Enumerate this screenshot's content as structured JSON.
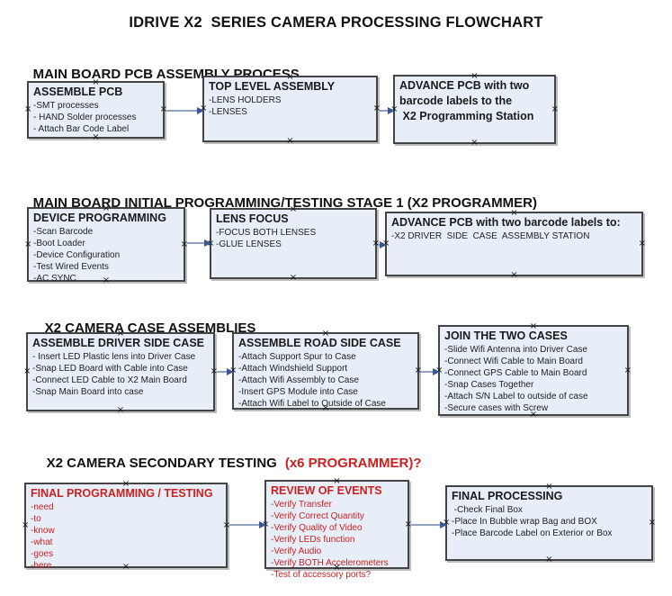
{
  "title": "IDRIVE X2  SERIES CAMERA PROCESSING FLOWCHART",
  "anchor_icon": "×",
  "colors": {
    "box_fill": "#e7eef8",
    "box_border": "#444444",
    "arrow_line": "#8fa3c0",
    "arrow_head": "#3a5795",
    "red": "#cc2020"
  },
  "sections": [
    {
      "header": "MAIN BOARD PCB ASSEMBLY PROCESS",
      "boxes": [
        {
          "title": "ASSEMBLE PCB",
          "items": [
            "-SMT processes",
            "- HAND Solder processes",
            "- Attach Bar Code Label"
          ]
        },
        {
          "title": "TOP LEVEL ASSEMBLY",
          "items": [
            "-LENS HOLDERS",
            "-LENSES"
          ]
        },
        {
          "title": "ADVANCE PCB with two\nbarcode labels to the\n X2 Programming Station",
          "items": []
        }
      ]
    },
    {
      "header": "MAIN BOARD INITIAL PROGRAMMING/TESTING STAGE 1 (X2 PROGRAMMER)",
      "boxes": [
        {
          "title": "DEVICE PROGRAMMING",
          "items": [
            "-Scan Barcode",
            "-Boot Loader",
            "-Device Configuration",
            "-Test Wired Events",
            "-AC SYNC"
          ]
        },
        {
          "title": "LENS FOCUS",
          "items": [
            "-FOCUS BOTH LENSES",
            "-GLUE LENSES"
          ]
        },
        {
          "title": "ADVANCE PCB with two barcode labels to:",
          "items": [
            "-X2 DRIVER  SIDE  CASE  ASSEMBLY STATION"
          ]
        }
      ]
    },
    {
      "header": "X2 CAMERA CASE ASSEMBLIES",
      "boxes": [
        {
          "title": "ASSEMBLE DRIVER SIDE CASE",
          "items": [
            "- Insert LED Plastic lens into Driver Case",
            "-Snap LED Board with Cable into Case",
            "-Connect LED Cable to X2 Main Board",
            "-Snap Main Board into case"
          ]
        },
        {
          "title": "ASSEMBLE ROAD SIDE CASE",
          "items": [
            "-Attach Support Spur to Case",
            "-Attach Windshield Support",
            "-Attach Wifi Assembly to Case",
            "-Insert GPS Module into Case",
            "-Attach Wifi Label to Outside of Case"
          ]
        },
        {
          "title": "JOIN THE TWO CASES",
          "items": [
            "-Slide Wifi Antenna into Driver Case",
            "-Connect Wifi Cable to Main Board",
            "-Connect GPS Cable to Main Board",
            "-Snap Cases Together",
            "-Attach S/N Label to outside of case",
            "-Secure cases with Screw"
          ]
        }
      ]
    },
    {
      "header": "X2 CAMERA SECONDARY TESTING",
      "header_suffix": "(x6 PROGRAMMER)?",
      "boxes": [
        {
          "title": "FINAL PROGRAMMING / TESTING",
          "items": [
            "-need",
            "-to",
            "-know",
            "-what",
            "-goes",
            "-here"
          ]
        },
        {
          "title": "REVIEW OF EVENTS",
          "items": [
            "-Verify Transfer",
            "-Verify Correct Quantity",
            "-Verify Quality of Video",
            "-Verify LEDs function",
            "-Verify Audio",
            "-Verify BOTH Accelerometers",
            "-Test of accessory ports?"
          ]
        },
        {
          "title": "FINAL PROCESSING",
          "items": [
            " -Check Final Box",
            "-Place In Bubble wrap Bag and BOX",
            "-Place Barcode Label on Exterior or Box"
          ]
        }
      ]
    }
  ]
}
